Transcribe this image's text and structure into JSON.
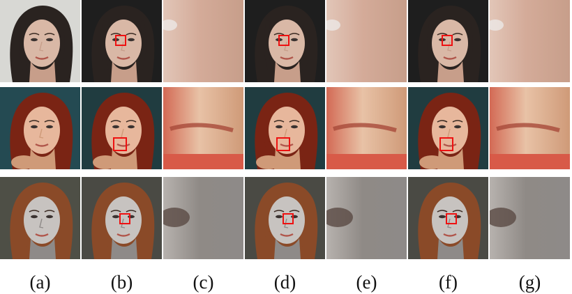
{
  "figure": {
    "columns": [
      {
        "id": "a",
        "label": "(a)",
        "kind": "full"
      },
      {
        "id": "b",
        "label": "(b)",
        "kind": "full"
      },
      {
        "id": "c",
        "label": "(c)",
        "kind": "crop"
      },
      {
        "id": "d",
        "label": "(d)",
        "kind": "full"
      },
      {
        "id": "e",
        "label": "(e)",
        "kind": "crop"
      },
      {
        "id": "f",
        "label": "(f)",
        "kind": "full"
      },
      {
        "id": "g",
        "label": "(g)",
        "kind": "crop"
      }
    ],
    "rows": [
      {
        "id": "row-1",
        "colors": {
          "bg_a": "#d8d8d4",
          "bg": "#1e1e1e",
          "hair": "#2a2320",
          "skin": "#d9b8a6",
          "skin_shade": "#c79e8a",
          "crop": "#d4ab99",
          "crop2": "#e2c6b8"
        }
      },
      {
        "id": "row-2",
        "colors": {
          "bg_a": "#244a52",
          "bg": "#203c40",
          "hair": "#7a2414",
          "skin": "#e7b79c",
          "skin_shade": "#cf9a78",
          "crop": "#e8c2a6",
          "crop2": "#d36a55"
        }
      },
      {
        "id": "row-3",
        "colors": {
          "bg_a": "#4e4f46",
          "bg": "#4a4a44",
          "hair": "#8a4a28",
          "skin": "#c7c3c0",
          "skin_shade": "#8e8a88",
          "crop": "#8f8a86",
          "crop2": "#b7b2ae"
        }
      }
    ]
  }
}
